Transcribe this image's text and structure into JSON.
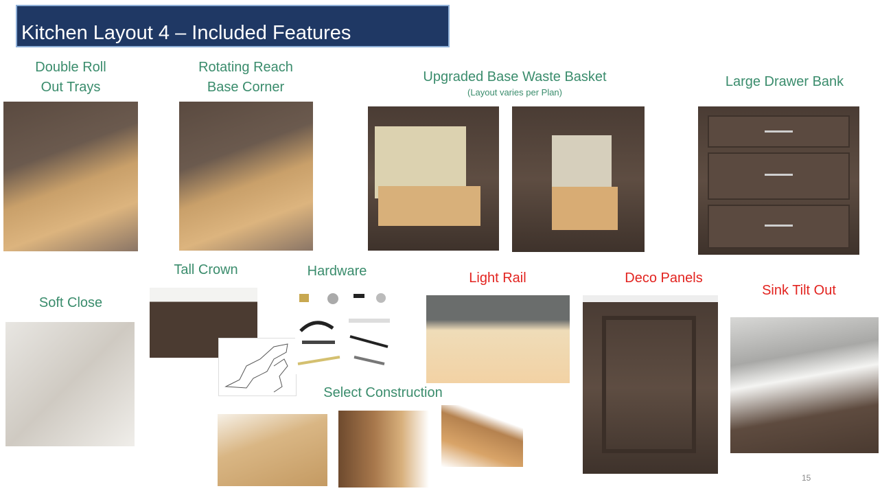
{
  "slide": {
    "title": "Kitchen Layout 4 – Included Features",
    "page_number": "15"
  },
  "features": {
    "double_roll": {
      "line1": "Double Roll",
      "line2": "Out Trays"
    },
    "rotating": {
      "line1": "Rotating Reach",
      "line2": "Base Corner"
    },
    "waste_basket": {
      "title": "Upgraded Base Waste Basket",
      "subtitle": "(Layout varies per Plan)"
    },
    "drawer_bank": {
      "title": "Large Drawer Bank"
    },
    "soft_close": {
      "title": "Soft Close"
    },
    "tall_crown": {
      "title": "Tall Crown"
    },
    "hardware": {
      "title": "Hardware"
    },
    "light_rail": {
      "title": "Light Rail"
    },
    "deco_panels": {
      "title": "Deco Panels"
    },
    "sink_tilt": {
      "title": "Sink Tilt Out"
    },
    "construction": {
      "title": "Select Construction"
    }
  },
  "colors": {
    "title_bg": "#1f3864",
    "label_green": "#3a8c6c",
    "label_red": "#e2231f"
  }
}
